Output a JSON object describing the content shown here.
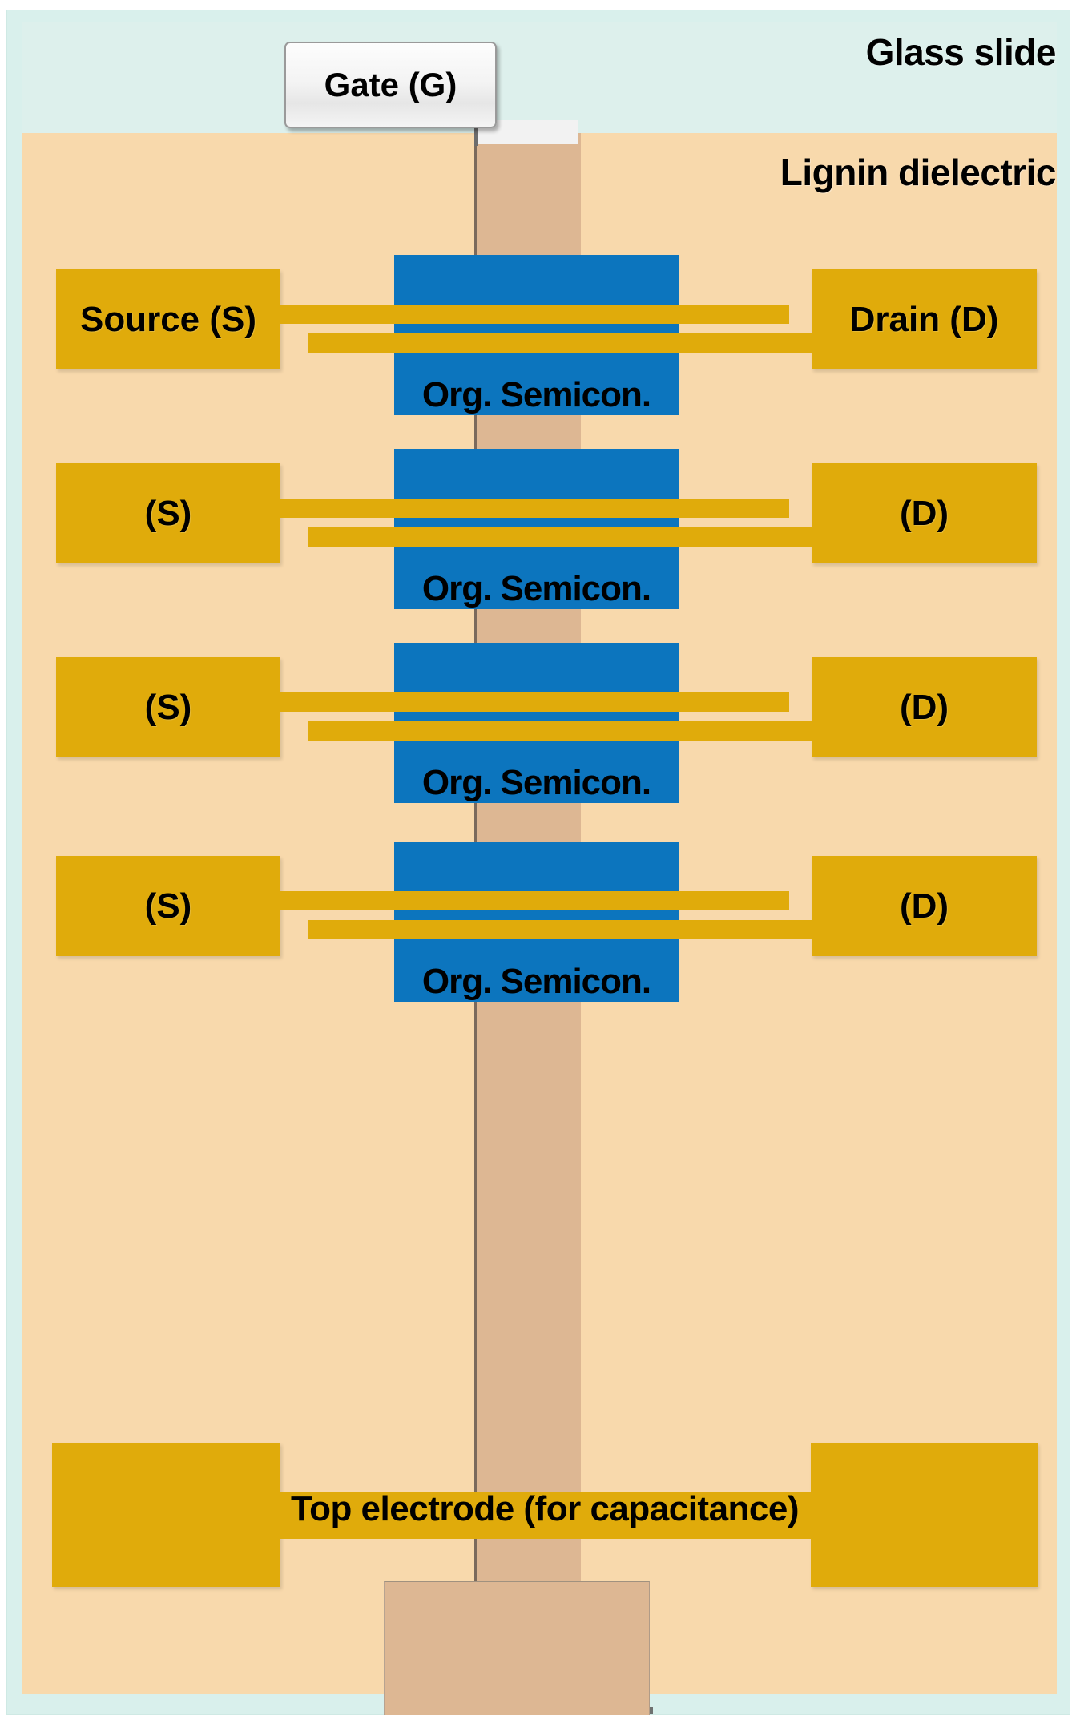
{
  "device": {
    "substrate_label": "Glass slide",
    "dielectric_label": "Lignin dielectric",
    "gate_label": "Gate  (G)",
    "bottom_electrode_label": "Top electrode (for capacitance)",
    "semiconductor_label": "Org. Semicon."
  },
  "colors": {
    "glass": "#d9f0ec",
    "lignin": "#f8d9ac",
    "gate_stripe": "#ddb793",
    "electrode_gold": "#e0ab0b",
    "semiconductor_blue": "#0c75be",
    "gate_box_border": "#9a9a9a",
    "text": "#000000"
  },
  "transistors": [
    {
      "index": 1,
      "source_label": "Source (S)",
      "drain_label": "Drain (D)",
      "semiconductor_label": "Org. Semicon."
    },
    {
      "index": 2,
      "source_label": "(S)",
      "drain_label": "(D)",
      "semiconductor_label": "Org. Semicon."
    },
    {
      "index": 3,
      "source_label": "(S)",
      "drain_label": "(D)",
      "semiconductor_label": "Org. Semicon."
    },
    {
      "index": 4,
      "source_label": "(S)",
      "drain_label": "(D)",
      "semiconductor_label": "Org. Semicon."
    }
  ],
  "counts": {
    "transistor_rows": 4,
    "capacitor_rows": 1
  }
}
